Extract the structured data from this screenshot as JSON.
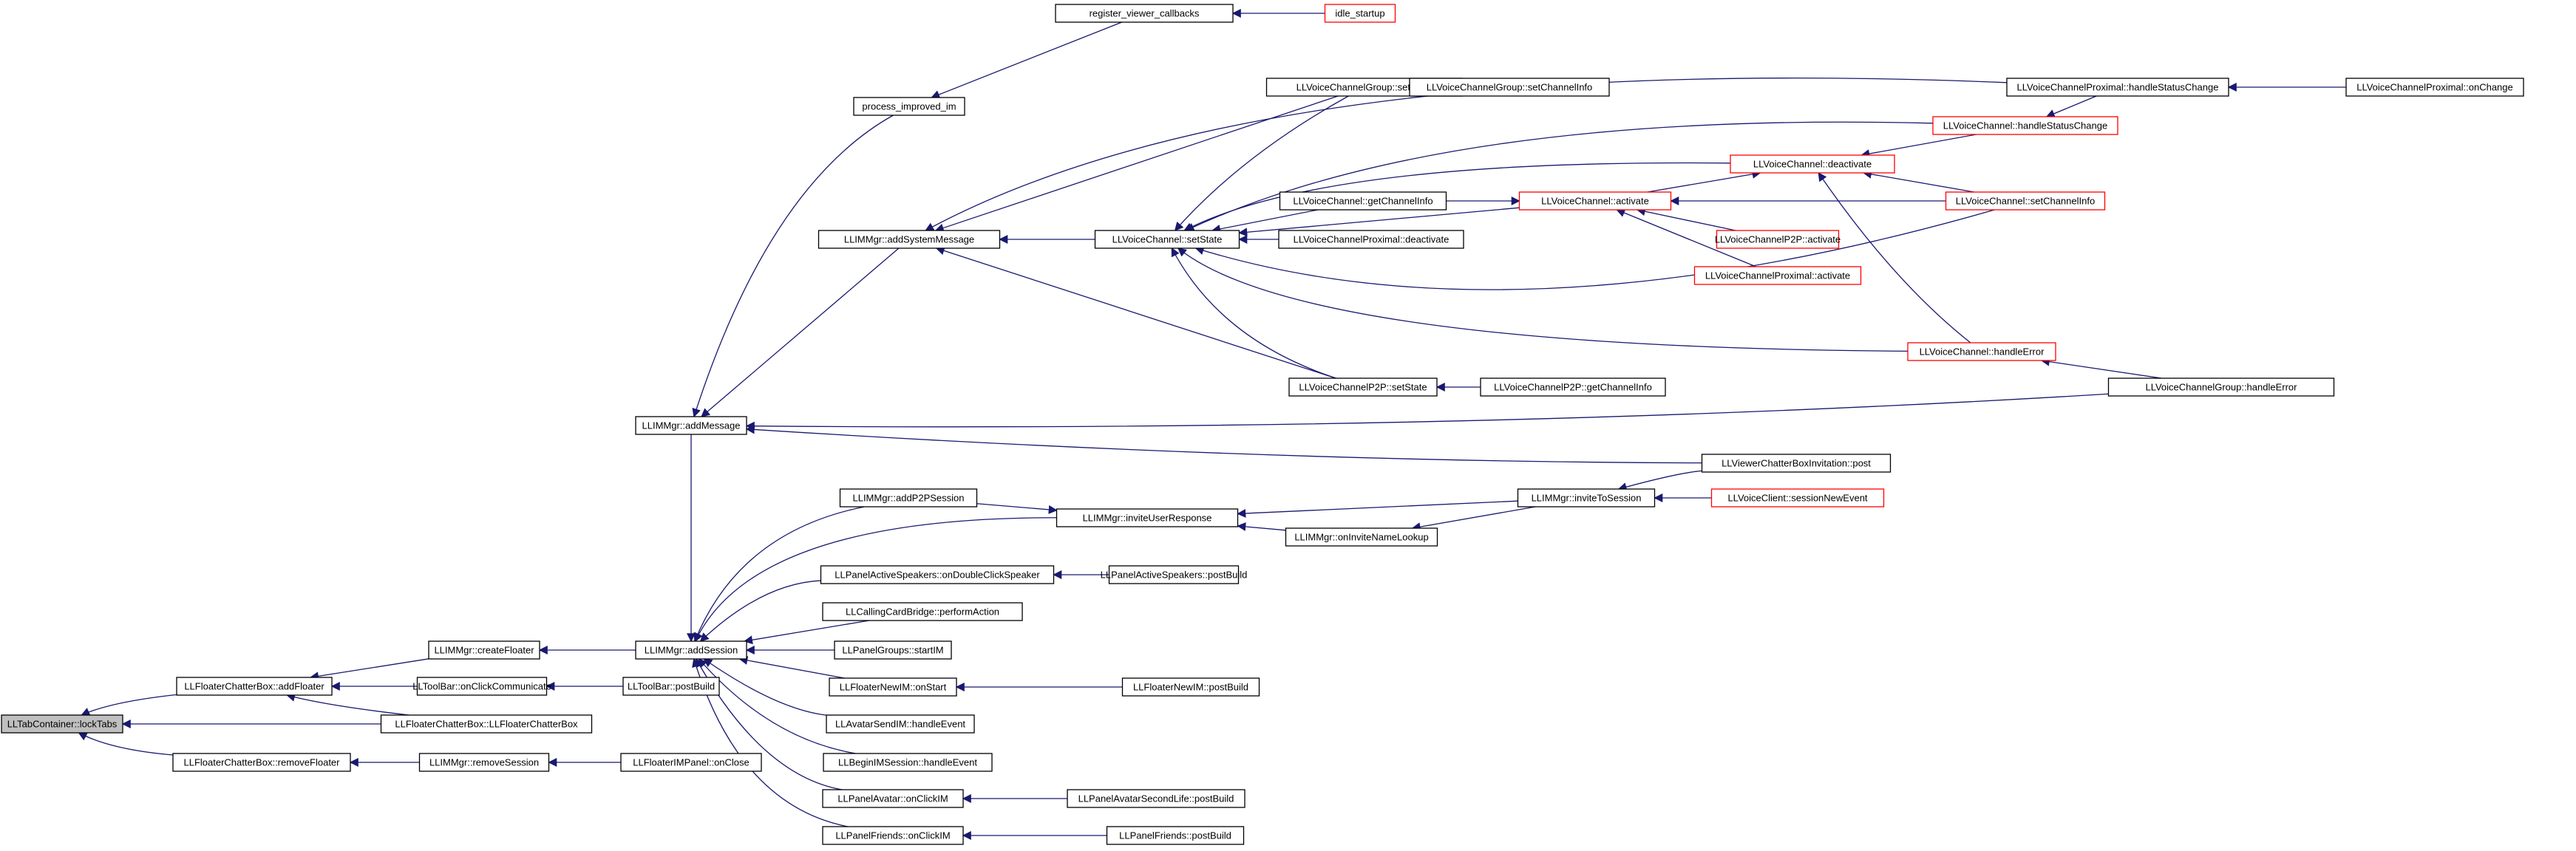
{
  "graph": {
    "type": "call-graph",
    "edge_color": "#191970",
    "node_border": "#000000",
    "truncated_border": "#ff0000",
    "root_fill": "#bfbfbf",
    "nodes": {
      "n0": {
        "label": "LLTabContainer::lockTabs",
        "root": true
      },
      "n1": {
        "label": "LLFloaterChatterBox::addFloater"
      },
      "n2": {
        "label": "LLFloaterChatterBox::LLFloaterChatterBox"
      },
      "n3": {
        "label": "LLFloaterChatterBox::removeFloater"
      },
      "n4": {
        "label": "LLIMMgr::createFloater"
      },
      "n5": {
        "label": "LLToolBar::onClickCommunicate"
      },
      "n6": {
        "label": "LLIMMgr::removeSession"
      },
      "n7": {
        "label": "LLIMMgr::addSession"
      },
      "n8": {
        "label": "LLIMMgr::addMessage"
      },
      "n9": {
        "label": "LLToolBar::postBuild"
      },
      "n10": {
        "label": "LLFloaterIMPanel::onClose"
      },
      "n11": {
        "label": "process_improved_im"
      },
      "n12": {
        "label": "LLIMMgr::addSystemMessage"
      },
      "n13": {
        "label": "register_viewer_callbacks"
      },
      "n14": {
        "label": "idle_startup",
        "truncated": true
      },
      "n15": {
        "label": "LLVoiceChannel::setState"
      },
      "n16": {
        "label": "LLVoiceChannelGroup::setState"
      },
      "n17": {
        "label": "LLVoiceChannelGroup::setChannelInfo"
      },
      "n18": {
        "label": "LLVoiceChannelProximal::handleStatusChange"
      },
      "n19": {
        "label": "LLVoiceChannelProximal::onChange"
      },
      "n20": {
        "label": "LLVoiceChannel::handleStatusChange",
        "truncated": true
      },
      "n21": {
        "label": "LLVoiceChannel::deactivate",
        "truncated": true
      },
      "n22": {
        "label": "LLVoiceChannel::getChannelInfo"
      },
      "n23": {
        "label": "LLVoiceChannel::activate",
        "truncated": true
      },
      "n24": {
        "label": "LLVoiceChannel::setChannelInfo",
        "truncated": true
      },
      "n25": {
        "label": "LLVoiceChannelProximal::deactivate"
      },
      "n26": {
        "label": "LLVoiceChannelP2P::activate",
        "truncated": true
      },
      "n27": {
        "label": "LLVoiceChannelProximal::activate",
        "truncated": true
      },
      "n28": {
        "label": "LLVoiceChannel::handleError",
        "truncated": true
      },
      "n29": {
        "label": "LLVoiceChannelP2P::setState"
      },
      "n30": {
        "label": "LLVoiceChannelP2P::getChannelInfo"
      },
      "n31": {
        "label": "LLVoiceChannelGroup::handleError"
      },
      "n32": {
        "label": "LLViewerChatterBoxInvitation::post"
      },
      "n33": {
        "label": "LLIMMgr::addP2PSession"
      },
      "n34": {
        "label": "LLIMMgr::inviteUserResponse"
      },
      "n35": {
        "label": "LLIMMgr::inviteToSession"
      },
      "n36": {
        "label": "LLVoiceClient::sessionNewEvent",
        "truncated": true
      },
      "n37": {
        "label": "LLIMMgr::onInviteNameLookup"
      },
      "n38": {
        "label": "LLPanelActiveSpeakers::onDoubleClickSpeaker"
      },
      "n39": {
        "label": "LLPanelActiveSpeakers::postBuild"
      },
      "n40": {
        "label": "LLCallingCardBridge::performAction"
      },
      "n41": {
        "label": "LLPanelGroups::startIM"
      },
      "n42": {
        "label": "LLFloaterNewIM::onStart"
      },
      "n43": {
        "label": "LLFloaterNewIM::postBuild"
      },
      "n44": {
        "label": "LLAvatarSendIM::handleEvent"
      },
      "n45": {
        "label": "LLBeginIMSession::handleEvent"
      },
      "n46": {
        "label": "LLPanelAvatar::onClickIM"
      },
      "n47": {
        "label": "LLPanelAvatarSecondLife::postBuild"
      },
      "n48": {
        "label": "LLPanelFriends::onClickIM"
      },
      "n49": {
        "label": "LLPanelFriends::postBuild"
      }
    },
    "edges": [
      [
        "n0",
        "n1"
      ],
      [
        "n0",
        "n2"
      ],
      [
        "n0",
        "n3"
      ],
      [
        "n1",
        "n4"
      ],
      [
        "n1",
        "n5"
      ],
      [
        "n1",
        "n2"
      ],
      [
        "n3",
        "n6"
      ],
      [
        "n4",
        "n7"
      ],
      [
        "n5",
        "n9"
      ],
      [
        "n6",
        "n10"
      ],
      [
        "n7",
        "n8"
      ],
      [
        "n7",
        "n33"
      ],
      [
        "n7",
        "n34"
      ],
      [
        "n7",
        "n38"
      ],
      [
        "n7",
        "n40"
      ],
      [
        "n7",
        "n41"
      ],
      [
        "n7",
        "n42"
      ],
      [
        "n7",
        "n44"
      ],
      [
        "n7",
        "n45"
      ],
      [
        "n7",
        "n46"
      ],
      [
        "n7",
        "n48"
      ],
      [
        "n8",
        "n11"
      ],
      [
        "n8",
        "n12"
      ],
      [
        "n8",
        "n31"
      ],
      [
        "n8",
        "n32"
      ],
      [
        "n11",
        "n13"
      ],
      [
        "n13",
        "n14"
      ],
      [
        "n12",
        "n15"
      ],
      [
        "n12",
        "n16"
      ],
      [
        "n12",
        "n18"
      ],
      [
        "n12",
        "n29"
      ],
      [
        "n15",
        "n16"
      ],
      [
        "n15",
        "n20"
      ],
      [
        "n15",
        "n21"
      ],
      [
        "n15",
        "n22"
      ],
      [
        "n15",
        "n23"
      ],
      [
        "n15",
        "n24"
      ],
      [
        "n15",
        "n25"
      ],
      [
        "n15",
        "n28"
      ],
      [
        "n15",
        "n29"
      ],
      [
        "n16",
        "n17"
      ],
      [
        "n18",
        "n19"
      ],
      [
        "n20",
        "n18"
      ],
      [
        "n21",
        "n23"
      ],
      [
        "n21",
        "n24"
      ],
      [
        "n21",
        "n20"
      ],
      [
        "n21",
        "n28"
      ],
      [
        "n23",
        "n22"
      ],
      [
        "n23",
        "n24"
      ],
      [
        "n23",
        "n26"
      ],
      [
        "n23",
        "n27"
      ],
      [
        "n28",
        "n31"
      ],
      [
        "n29",
        "n30"
      ],
      [
        "n34",
        "n33"
      ],
      [
        "n34",
        "n35"
      ],
      [
        "n34",
        "n37"
      ],
      [
        "n35",
        "n32"
      ],
      [
        "n35",
        "n36"
      ],
      [
        "n37",
        "n35"
      ],
      [
        "n38",
        "n39"
      ],
      [
        "n42",
        "n43"
      ],
      [
        "n46",
        "n47"
      ],
      [
        "n48",
        "n49"
      ]
    ]
  }
}
